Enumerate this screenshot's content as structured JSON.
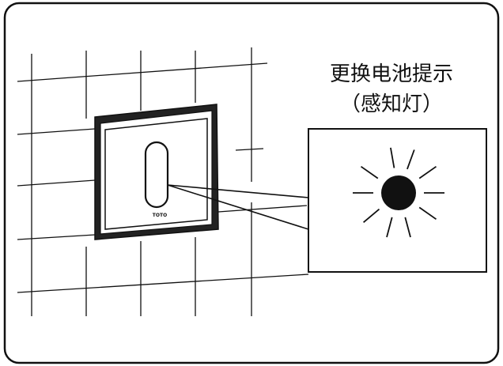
{
  "caption": {
    "line1": "更换电池提示",
    "line2": "（感知灯）"
  },
  "sensor": {
    "brand": "TOTO"
  },
  "indicator_light": {
    "state": "lit"
  },
  "colors": {
    "ink": "#111111",
    "background": "#ffffff",
    "frame_fill": "#222222",
    "panel_fill": "#ffffff"
  },
  "icons": [
    "flashing-light-icon",
    "sensor-window-icon"
  ]
}
